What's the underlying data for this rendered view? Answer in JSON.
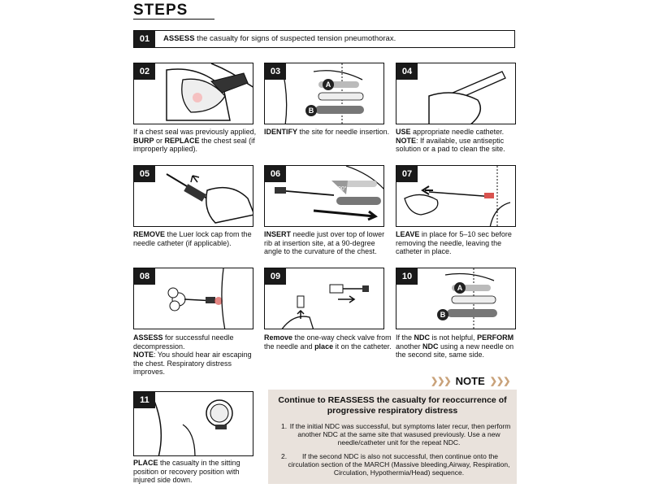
{
  "page": {
    "title": "STEPS"
  },
  "steps": [
    {
      "number": "01",
      "bold": "ASSESS",
      "text": " the casualty for signs of suspected tension pneumothorax."
    },
    {
      "number": "02",
      "caption": [
        [
          "",
          "If a chest seal was previously applied, "
        ],
        [
          "b",
          "BURP"
        ],
        [
          "",
          " or "
        ],
        [
          "b",
          "REPLACE"
        ],
        [
          "",
          " the chest seal (if improperly applied)."
        ]
      ]
    },
    {
      "number": "03",
      "caption": [
        [
          "b",
          "IDENTIFY"
        ],
        [
          "",
          " the site for needle insertion."
        ]
      ]
    },
    {
      "number": "04",
      "caption": [
        [
          "b",
          "USE"
        ],
        [
          "",
          " appropriate needle catheter. "
        ],
        [
          "br",
          ""
        ],
        [
          "b",
          "NOTE"
        ],
        [
          "",
          ": If available, use antiseptic solution or a pad to clean the site."
        ]
      ]
    },
    {
      "number": "05",
      "caption": [
        [
          "b",
          "REMOVE"
        ],
        [
          "",
          " the Luer lock cap from the needle catheter (if applicable)."
        ]
      ]
    },
    {
      "number": "06",
      "caption": [
        [
          "b",
          "INSERT"
        ],
        [
          "",
          " needle just over top of lower rib at insertion site, at a 90-degree angle to the curvature of the chest."
        ]
      ]
    },
    {
      "number": "07",
      "caption": [
        [
          "b",
          "LEAVE"
        ],
        [
          "",
          " in place for 5–10 sec before removing the needle, leaving the catheter in place."
        ]
      ]
    },
    {
      "number": "08",
      "caption": [
        [
          "b",
          "ASSESS"
        ],
        [
          "",
          " for successful needle decompression."
        ],
        [
          "br",
          ""
        ],
        [
          "b",
          "NOTE"
        ],
        [
          "",
          ": You should hear air escaping the chest. Respiratory distress improves."
        ]
      ]
    },
    {
      "number": "09",
      "caption": [
        [
          "b",
          "Remove"
        ],
        [
          "",
          " the one-way check valve from the needle and "
        ],
        [
          "b",
          "place"
        ],
        [
          "",
          " it on the catheter."
        ]
      ]
    },
    {
      "number": "10",
      "caption": [
        [
          "",
          "If the "
        ],
        [
          "b",
          "NDC"
        ],
        [
          "",
          " is not helpful, "
        ],
        [
          "b",
          "PERFORM"
        ],
        [
          "",
          " another "
        ],
        [
          "b",
          "NDC"
        ],
        [
          "",
          " using a new needle on the second site, same side."
        ]
      ]
    },
    {
      "number": "11",
      "caption": [
        [
          "b",
          "PLACE"
        ],
        [
          "",
          " the casualty in the sitting position or recovery position with injured side down."
        ]
      ]
    }
  ],
  "figure_labels": {
    "site_a": "A",
    "site_b": "B",
    "angle": "90°"
  },
  "note": {
    "label": "NOTE",
    "chevrons": "❯❯❯",
    "heading": "Continue to REASSESS the casualty for reoccurrence of progressive respiratory distress",
    "items": [
      {
        "index": "1.",
        "text": "If the initial NDC was successful, but symptoms later recur, then perform another NDC at the same site that wasused previously. Use a new needle/catheter unit for the repeat NDC."
      },
      {
        "index": "2.",
        "text": "If the second NDC is also not successful, then continue onto the circulation section of the MARCH (Massive bleeding,Airway, Respiration, Circulation, Hypothermia/Head) sequence."
      }
    ]
  },
  "colors": {
    "ink": "#111111",
    "accent": "#c9a27a",
    "note_bg": "#e9e2dc",
    "marker_red": "#d9534f"
  }
}
